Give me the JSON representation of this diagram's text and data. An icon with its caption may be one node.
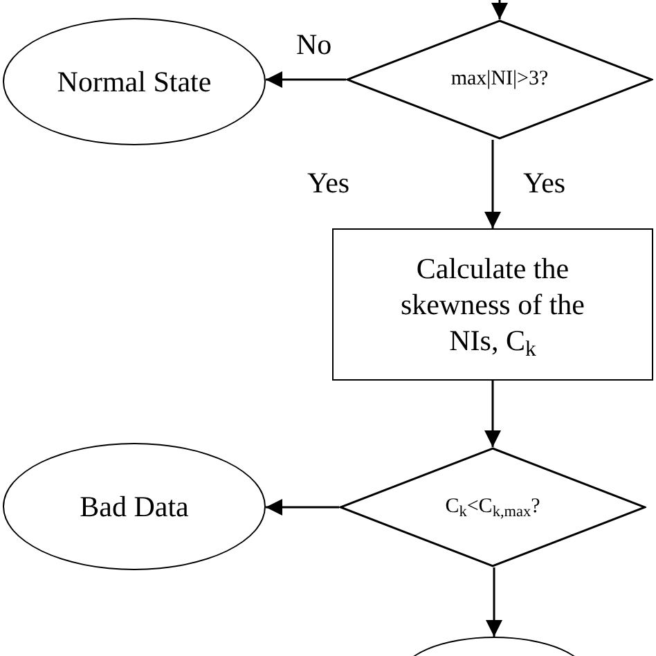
{
  "diagram": {
    "nodes": [
      {
        "text": [
          "Normal State"
        ]
      },
      {
        "text": [
          "max|NI|>3?"
        ]
      },
      {
        "text": [
          "Calculate the skewness of the NIs, C$_{k}$"
        ]
      },
      {
        "text": [
          "C$_{k}$<C$_{k,max}$?"
        ]
      },
      {
        "text": [
          "Bad Data"
        ]
      },
      {
        "text": [],
        "shape": "ellipse"
      }
    ],
    "edges": [
      {
        "from": null,
        "to": 1,
        "arrow": "to"
      },
      {
        "from": 1,
        "to": 0,
        "arrow": "to",
        "label": "No"
      },
      {
        "from": 1,
        "to": 2,
        "arrow": "to",
        "label": "Yes"
      },
      {
        "from": 2,
        "to": 3,
        "arrow": "to"
      },
      {
        "from": 3,
        "to": 4,
        "arrow": "to"
      },
      {
        "from": 3,
        "to": 5,
        "arrow": "to"
      }
    ],
    "labels": [
      "Yes"
    ]
  }
}
